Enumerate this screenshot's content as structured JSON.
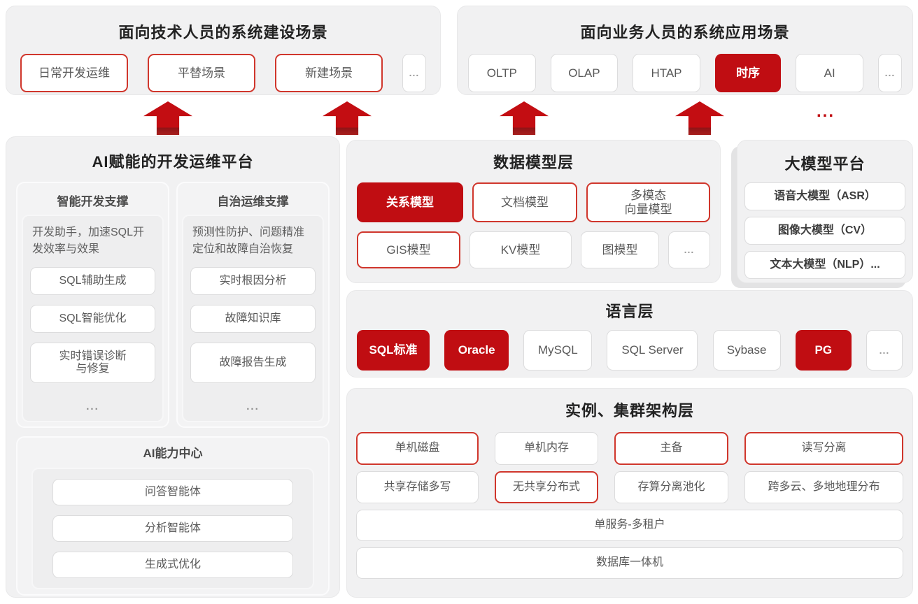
{
  "palette": {
    "accent_red": "#c00d12",
    "outline_red": "#d0362c",
    "panel_bg": "#f1f1f2",
    "title_text": "#222222",
    "button_text": "#595959"
  },
  "top_left_panel": {
    "title": "面向技术人员的系统建设场景",
    "items": [
      {
        "label": "日常开发运维",
        "emphasis": "outline"
      },
      {
        "label": "平替场景",
        "emphasis": "outline"
      },
      {
        "label": "新建场景",
        "emphasis": "outline"
      },
      {
        "label": "...",
        "emphasis": "none"
      }
    ]
  },
  "top_right_panel": {
    "title": "面向业务人员的系统应用场景",
    "items": [
      {
        "label": "OLTP",
        "emphasis": "none"
      },
      {
        "label": "OLAP",
        "emphasis": "none"
      },
      {
        "label": "HTAP",
        "emphasis": "none"
      },
      {
        "label": "时序",
        "emphasis": "filled"
      },
      {
        "label": "AI",
        "emphasis": "none"
      },
      {
        "label": "...",
        "emphasis": "none"
      }
    ]
  },
  "ellipsis_red": "...",
  "dev_platform": {
    "title": "AI赋能的开发运维平台",
    "columns": [
      {
        "title": "智能开发支撑",
        "desc": "开发助手，加速SQL开发效率与效果",
        "items": [
          "SQL辅助生成",
          "SQL智能优化",
          "实时错误诊断\n与修复"
        ],
        "more": "..."
      },
      {
        "title": "自治运维支撑",
        "desc": "预测性防护、问题精准定位和故障自治恢复",
        "items": [
          "实时根因分析",
          "故障知识库",
          "故障报告生成"
        ],
        "more": "..."
      }
    ],
    "ai_center": {
      "title": "AI能力中心",
      "items": [
        "问答智能体",
        "分析智能体",
        "生成式优化"
      ]
    }
  },
  "data_model_layer": {
    "title": "数据模型层",
    "row1": [
      {
        "label": "关系模型",
        "emphasis": "filled"
      },
      {
        "label": "文档模型",
        "emphasis": "outline"
      },
      {
        "label": "多模态\n向量模型",
        "emphasis": "outline"
      }
    ],
    "row2": [
      {
        "label": "GIS模型",
        "emphasis": "outline"
      },
      {
        "label": "KV模型",
        "emphasis": "none"
      },
      {
        "label": "图模型",
        "emphasis": "none"
      },
      {
        "label": "...",
        "emphasis": "none"
      }
    ]
  },
  "llm_platform": {
    "title": "大模型平台",
    "items": [
      "语音大模型（ASR）",
      "图像大模型（CV）",
      "文本大模型（NLP）..."
    ]
  },
  "language_layer": {
    "title": "语言层",
    "items": [
      {
        "label": "SQL标准",
        "emphasis": "filled"
      },
      {
        "label": "Oracle",
        "emphasis": "filled"
      },
      {
        "label": "MySQL",
        "emphasis": "none"
      },
      {
        "label": "SQL Server",
        "emphasis": "none"
      },
      {
        "label": "Sybase",
        "emphasis": "none"
      },
      {
        "label": "PG",
        "emphasis": "filled"
      },
      {
        "label": "...",
        "emphasis": "none"
      }
    ]
  },
  "cluster_layer": {
    "title": "实例、集群架构层",
    "row1": [
      {
        "label": "单机磁盘",
        "emphasis": "outline"
      },
      {
        "label": "单机内存",
        "emphasis": "none"
      },
      {
        "label": "主备",
        "emphasis": "outline"
      },
      {
        "label": "读写分离",
        "emphasis": "outline"
      }
    ],
    "row2": [
      {
        "label": "共享存储多写",
        "emphasis": "none"
      },
      {
        "label": "无共享分布式",
        "emphasis": "outline"
      },
      {
        "label": "存算分离池化",
        "emphasis": "none"
      },
      {
        "label": "跨多云、多地地理分布",
        "emphasis": "none"
      }
    ],
    "row3": "单服务-多租户",
    "row4": "数据库一体机"
  }
}
